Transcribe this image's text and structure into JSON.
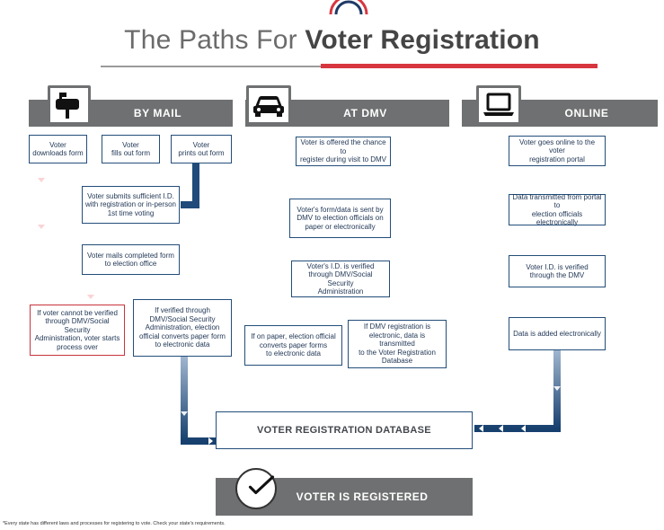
{
  "title": {
    "light": "The Paths For",
    "bold": "Voter Registration"
  },
  "columns": {
    "mail": {
      "label": "BY MAIL",
      "icon": "mailbox-icon"
    },
    "dmv": {
      "label": "AT DMV",
      "icon": "car-icon"
    },
    "online": {
      "label": "ONLINE",
      "icon": "laptop-icon"
    }
  },
  "mail": {
    "download": "Voter\ndownloads form",
    "fills": "Voter\nfills out form",
    "prints": "Voter\nprints out form",
    "submits": "Voter submits sufficient I.D.\nwith registration or in-person\n1st time voting",
    "mails": "Voter mails completed form\nto election office",
    "not_verified": "If voter cannot be verified\nthrough DMV/Social Security\nAdministration, voter starts\nprocess over",
    "verified": "If verified through\nDMV/Social Security\nAdministration, election\nofficial converts paper form\nto electronic data"
  },
  "dmv": {
    "offered": "Voter is offered the chance to\nregister during visit to DMV",
    "sent": "Voter's form/data is sent by\nDMV to election officials on\npaper or electronically",
    "verified": "Voter's I.D. is verified\nthrough DMV/Social Security\nAdministration",
    "paper": "If on paper, election official\nconverts paper forms\nto electronic data",
    "electronic": "If DMV registration is\nelectronic, data is transmitted\nto the Voter Registration\nDatabase"
  },
  "online": {
    "goes_online": "Voter goes online to the voter\nregistration portal",
    "transmitted": "Data transmitted from portal to\nelection officials electronically",
    "verified": "Voter I.D. is verified\nthrough the DMV",
    "added": "Data is added electronically"
  },
  "database": "VOTER REGISTRATION DATABASE",
  "registered": {
    "label": "VOTER IS REGISTERED",
    "icon": "checkmark-icon"
  },
  "footnote": "*Every state has different laws and processes for registering to vote. Check your state's requirements.",
  "colors": {
    "navy": "#1f4a7a",
    "red": "#d7363f",
    "gray": "#6f7071"
  }
}
